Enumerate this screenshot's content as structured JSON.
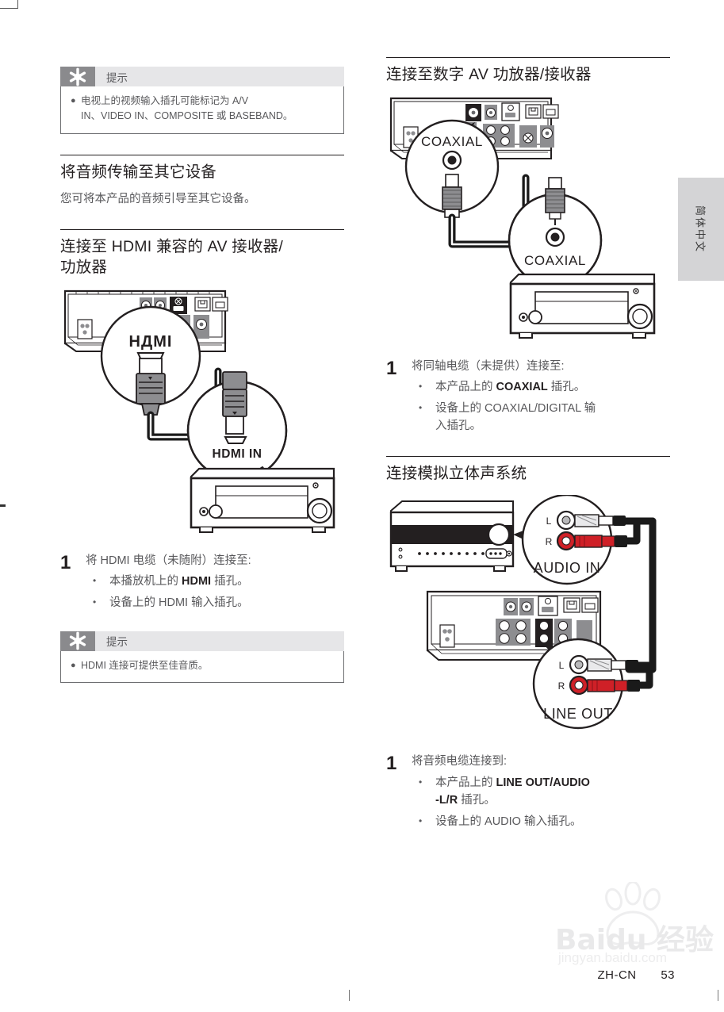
{
  "page": {
    "language_tab": "简体中文",
    "footer_code": "ZH-CN",
    "footer_page": "53",
    "watermark_text": "Baidu 经验",
    "watermark_url": "jingyan.baidu.com"
  },
  "colors": {
    "ink": "#231f20",
    "gray_text": "#58585b",
    "tip_icon_bg": "#8a8a8d",
    "tip_title_bg": "#e6e6e8",
    "tip_border": "#6d6e71",
    "side_tab_bg": "#d4d4d6",
    "rca_red": "#cf2027",
    "cable_black": "#1a1a1a",
    "panel_gray": "#8d8d90"
  },
  "left_column": {
    "tip_top": {
      "icon": "asterisk-icon",
      "title": "提示",
      "items": [
        {
          "line1": "电视上的视频输入插孔可能标记为 A/V",
          "line2": "IN、VIDEO IN、COMPOSITE 或 BASEBAND。"
        }
      ]
    },
    "section_audio": {
      "heading": "将音频传输至其它设备",
      "paragraph": "您可将本产品的音频引导至其它设备。"
    },
    "section_hdmi": {
      "heading_line1": "连接至 HDMI 兼容的 AV 接收器/",
      "heading_line2": "功放器",
      "figure": {
        "name": "hdmi-connection-diagram",
        "callout_top": "HDMI",
        "callout_bottom": "HDMI IN"
      },
      "step": {
        "number": "1",
        "lead": "将 HDMI 电缆（未随附）连接至:",
        "bullets": [
          {
            "prefix": "本播放机上的 ",
            "strong": "HDMI",
            "suffix": " 插孔。"
          },
          {
            "prefix": "设备上的 HDMI 输入插孔。",
            "strong": "",
            "suffix": ""
          }
        ]
      }
    },
    "tip_bottom": {
      "icon": "asterisk-icon",
      "title": "提示",
      "items": [
        {
          "line1": "HDMI 连接可提供至佳音质。",
          "line2": ""
        }
      ]
    }
  },
  "right_column": {
    "section_coaxial": {
      "heading": "连接至数字 AV 功放器/接收器",
      "figure": {
        "name": "coaxial-connection-diagram",
        "callout_top": "COAXIAL",
        "callout_bottom": "COAXIAL"
      },
      "step": {
        "number": "1",
        "lead": "将同轴电缆（未提供）连接至:",
        "bullets": [
          {
            "prefix": "本产品上的 ",
            "strong": "COAXIAL",
            "suffix": " 插孔。"
          },
          {
            "prefix": "设备上的 COAXIAL/DIGITAL 输",
            "strong": "",
            "suffix": "入插孔。"
          }
        ]
      }
    },
    "section_analog": {
      "heading": "连接模拟立体声系统",
      "figure": {
        "name": "analog-stereo-connection-diagram",
        "callout_top": "AUDIO IN",
        "callout_bottom": "LINE OUT",
        "channel_left": "L",
        "channel_right": "R"
      },
      "step": {
        "number": "1",
        "lead": "将音频电缆连接到:",
        "bullets": [
          {
            "prefix": "本产品上的 ",
            "strong": "LINE OUT/AUDIO",
            "suffix": ""
          },
          {
            "prefix": "",
            "strong": "-L/R",
            "suffix": " 插孔。"
          },
          {
            "prefix": "设备上的 AUDIO 输入插孔。",
            "strong": "",
            "suffix": ""
          }
        ]
      }
    }
  }
}
